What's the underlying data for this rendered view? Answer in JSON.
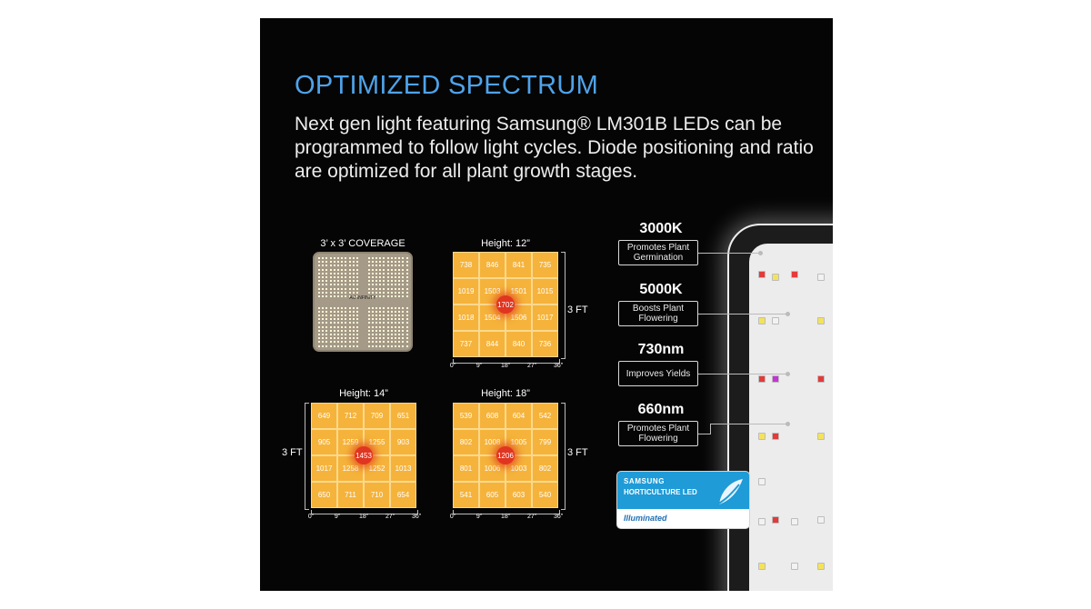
{
  "heading": {
    "title": "OPTIMIZED SPECTRUM",
    "description": "Next gen light featuring Samsung® LM301B LEDs can be programmed to follow light cycles. Diode positioning and ratio are optimized for all plant growth stages."
  },
  "coverage": {
    "label": "3’ x 3’ COVERAGE",
    "brand": "AC INFINITY"
  },
  "ppfd_maps": [
    {
      "label": "Height: 12”",
      "side": "3 FT",
      "values": [
        [
          738,
          846,
          841,
          735
        ],
        [
          1019,
          1503,
          1501,
          1015
        ],
        [
          1018,
          1504,
          1506,
          1017
        ],
        [
          737,
          844,
          840,
          736
        ]
      ],
      "center": "1702"
    },
    {
      "label": "Height: 14”",
      "side": "3 FT",
      "values": [
        [
          649,
          712,
          709,
          651
        ],
        [
          905,
          1259,
          1255,
          903
        ],
        [
          1017,
          1258,
          1252,
          1013
        ],
        [
          650,
          711,
          710,
          654
        ]
      ],
      "center": "1453"
    },
    {
      "label": "Height: 18”",
      "side": "3 FT",
      "values": [
        [
          539,
          608,
          604,
          542
        ],
        [
          802,
          1008,
          1005,
          799
        ],
        [
          801,
          1006,
          1003,
          802
        ],
        [
          541,
          605,
          603,
          540
        ]
      ],
      "center": "1206"
    }
  ],
  "scale_ticks": [
    "0”",
    "9”",
    "18”",
    "27”",
    "36”"
  ],
  "diodes": [
    {
      "name": "3000K",
      "desc": "Promotes Plant Germination",
      "color": "#f3e35a"
    },
    {
      "name": "5000K",
      "desc": "Boosts Plant Flowering",
      "color": "#f2f2f2"
    },
    {
      "name": "730nm",
      "desc": "Improves Yields",
      "color": "#c733d6"
    },
    {
      "name": "660nm",
      "desc": "Promotes Plant Flowering",
      "color": "#e43a3a"
    }
  ],
  "badge": {
    "brand": "SAMSUNG",
    "line": "HORTICULTURE LED",
    "tag": "Illuminated"
  },
  "colors": {
    "accent": "#4fa3ea",
    "ppfd_fill": "#f5b33b",
    "hotspot": "#e03520",
    "badge_bg": "#1f9bd7"
  }
}
